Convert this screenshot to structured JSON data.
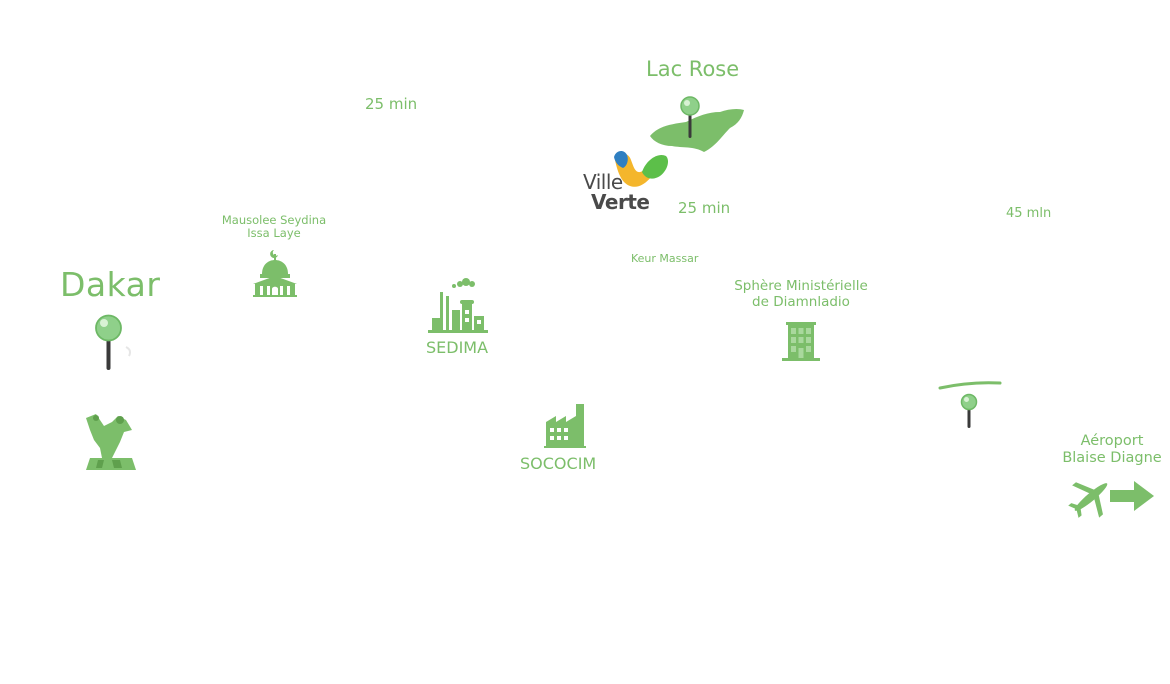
{
  "places": {
    "dakar": "Dakar",
    "lac_rose": "Lac Rose",
    "mausolee": [
      "Mausolee Seydina",
      "Issa Laye"
    ],
    "keur_massar": "Keur Massar",
    "sedima": "SEDIMA",
    "sphere": [
      "Sphère Ministérielle",
      "de Diamnladio"
    ],
    "sococim": "SOCOCIM",
    "aeroport": [
      "Aéroport",
      "Blaise Diagne"
    ]
  },
  "travel_times": {
    "t1": "25 min",
    "t2": "25 min",
    "t3": "45 mln"
  },
  "logo": {
    "line1": "Ville",
    "line2": "Verte"
  },
  "icons": {
    "pin": "map-pin-icon",
    "mosque": "mosque-icon",
    "factory_sedima": "factory-icon",
    "factory_sococim": "factory-icon",
    "building": "building-icon",
    "monument": "monument-icon",
    "plane": "airplane-icon",
    "arrow": "arrow-right-icon",
    "lake": "lake-shape-icon",
    "logo_mark": "ville-verte-logo-mark"
  },
  "colors": {
    "primary_green": "#7cbe6a",
    "dark_green": "#5fa04d",
    "pin_head": "#8fd08a",
    "pin_stick": "#3a3a3a",
    "logo_text": "#4a4a4a",
    "logo_blue": "#2f7fc1",
    "logo_yellow": "#f4b62c",
    "logo_green": "#5cbf49"
  }
}
